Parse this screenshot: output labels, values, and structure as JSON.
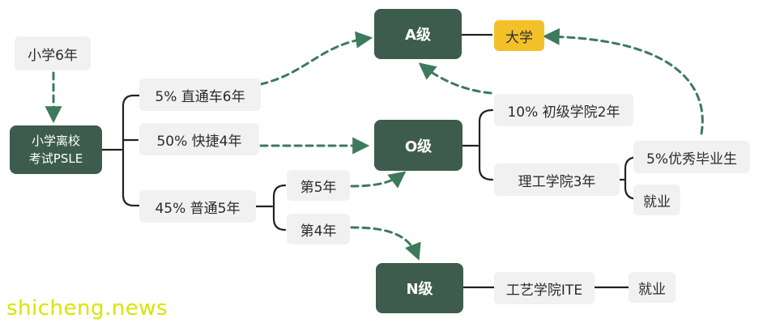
{
  "nodes": {
    "primary6": "小学6年",
    "psle_line1": "小学离校",
    "psle_line2": "考试PSLE",
    "express6": "5% 直通车6年",
    "express4": "50% 快捷4年",
    "normal5": "45% 普通5年",
    "year5": "第5年",
    "year4": "第4年",
    "a_level": "A级",
    "o_level": "O级",
    "n_level": "N级",
    "university": "大学",
    "jc": "10% 初级学院2年",
    "poly": "理工学院3年",
    "top_grads": "5%优秀毕业生",
    "employ1": "就业",
    "ite": "工艺学院ITE",
    "employ2": "就业"
  },
  "colors": {
    "level_box": "#3d5c4d",
    "university_box": "#f4c02a",
    "label_box": "#f1f1f1",
    "arrow": "#3d7a5c",
    "line": "#222222"
  },
  "watermark": "shicheng.news"
}
